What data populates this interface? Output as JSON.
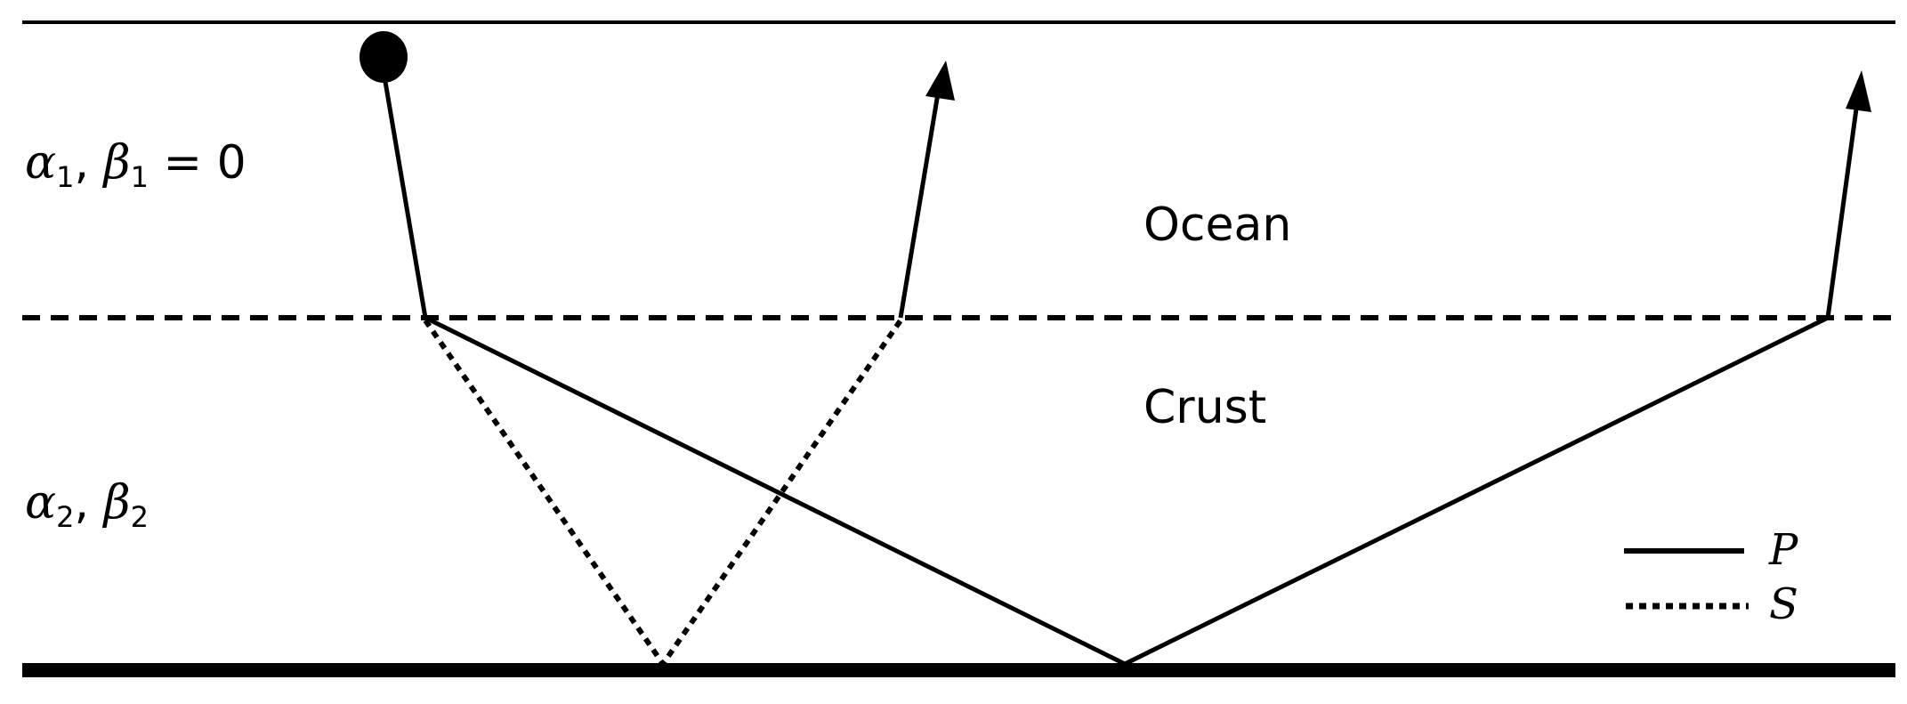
{
  "diagram": {
    "title": "Seismic P and S ray paths through ocean and crust layers",
    "layers": [
      {
        "name": "Ocean",
        "params": {
          "alpha": "α",
          "alpha_sub": "1",
          "sep": ", ",
          "beta": "β",
          "beta_sub": "1",
          "eq": " = 0"
        }
      },
      {
        "name": "Crust",
        "params": {
          "alpha": "α",
          "alpha_sub": "2",
          "sep": ", ",
          "beta": "β",
          "beta_sub": "2"
        }
      }
    ],
    "legend": [
      {
        "label": "P",
        "style": "solid"
      },
      {
        "label": "S",
        "style": "dotted"
      }
    ],
    "color": "#000000"
  }
}
